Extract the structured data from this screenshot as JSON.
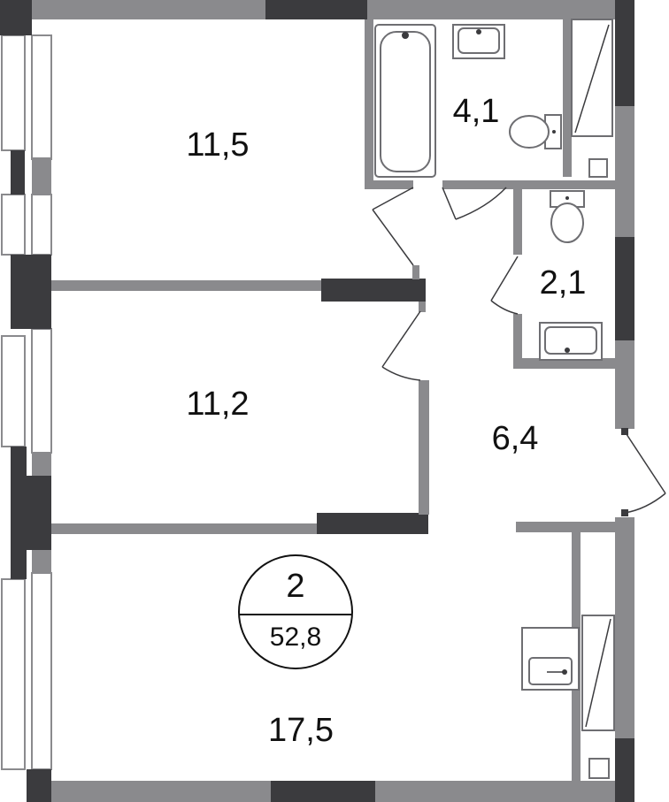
{
  "rooms": {
    "bedroom_top": {
      "area": "11,5"
    },
    "bedroom_middle": {
      "area": "11,2"
    },
    "living_kitchen": {
      "area": "17,5"
    },
    "bathroom": {
      "area": "4,1"
    },
    "toilet": {
      "area": "2,1"
    },
    "hallway": {
      "area": "6,4"
    }
  },
  "badge": {
    "room_count": "2",
    "total_area": "52,8"
  },
  "colors": {
    "wall": "#8a8a8d",
    "wall_dark": "#3b3b3e",
    "background": "#ffffff"
  }
}
